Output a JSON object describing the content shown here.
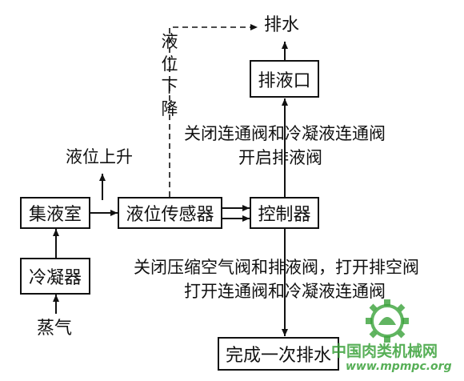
{
  "nodes": {
    "drain_top": "排水",
    "drain_outlet": "排液口",
    "collect_room": "集液室",
    "level_sensor": "液位传感器",
    "controller": "控制器",
    "condenser": "冷凝器",
    "steam": "蒸气",
    "finish_drain": "完成一次排水"
  },
  "labels": {
    "level_down_chars": [
      "液",
      "位",
      "下",
      "降"
    ],
    "level_up": "液位上升",
    "close_open_line1": "关闭连通阀和冷凝液连通阀",
    "close_open_line2": "开启排液阀",
    "bottom_line1": "关闭压缩空气阀和排液阀，打开排空阀",
    "bottom_line2": "打开连通阀和冷凝液连通阀"
  },
  "watermark": {
    "text": "中国肉类机械网",
    "url": "www.mpmpc.org"
  },
  "colors": {
    "line": "#111111",
    "watermark_green": "#3aa23a"
  }
}
